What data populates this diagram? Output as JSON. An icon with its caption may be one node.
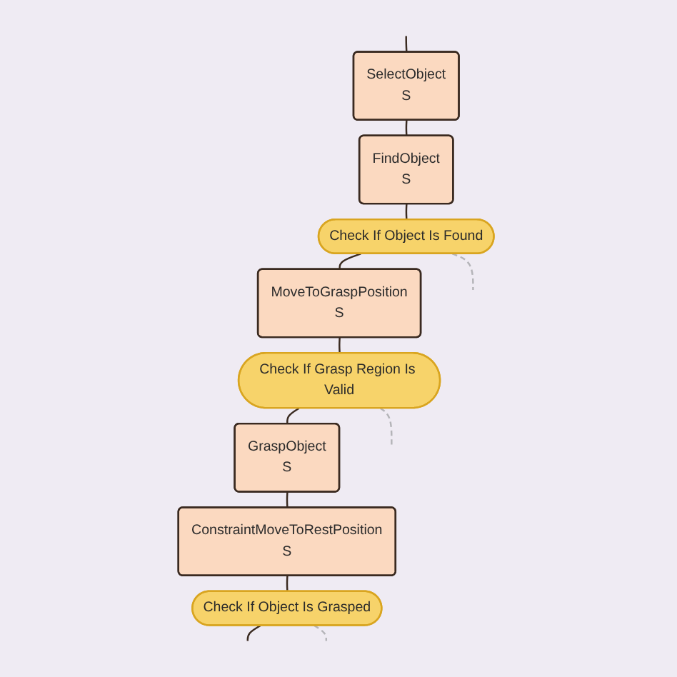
{
  "diagram": {
    "nodes": [
      {
        "text": [
          "SelectObject",
          "S"
        ]
      },
      {
        "text": [
          "FindObject",
          "S"
        ]
      },
      {
        "text": [
          "Check If Object Is Found"
        ]
      },
      {
        "text": [
          "MoveToGraspPosition",
          "S"
        ]
      },
      {
        "text": [
          "Check If Grasp Region Is Valid"
        ]
      },
      {
        "text": [
          "GraspObject",
          "S"
        ]
      },
      {
        "text": [
          "ConstraintMoveToRestPosition",
          "S"
        ]
      },
      {
        "text": [
          "Check If Object Is Grasped"
        ]
      }
    ],
    "edges": [
      {
        "from": null,
        "to": 0,
        "arrow": "none"
      },
      {
        "from": 0,
        "to": 1,
        "arrow": "none"
      },
      {
        "from": 1,
        "to": 2,
        "arrow": "none"
      },
      {
        "from": 2,
        "to": 3,
        "arrow": "none"
      },
      {
        "from": 3,
        "to": 4,
        "arrow": "none"
      },
      {
        "from": 4,
        "to": 5,
        "arrow": "none"
      },
      {
        "from": 5,
        "to": 6,
        "arrow": "none"
      },
      {
        "from": 6,
        "to": 7,
        "arrow": "none"
      },
      {
        "from": 7,
        "to": null,
        "arrow": "none"
      },
      {
        "from": 2,
        "to": null,
        "arrow": "none",
        "style": "dashed",
        "color": "#b4b4b8"
      },
      {
        "from": 4,
        "to": null,
        "arrow": "none",
        "style": "dashed",
        "color": "#b4b4b8"
      },
      {
        "from": 7,
        "to": null,
        "arrow": "none",
        "style": "dashed",
        "color": "#b4b4b8"
      }
    ]
  }
}
